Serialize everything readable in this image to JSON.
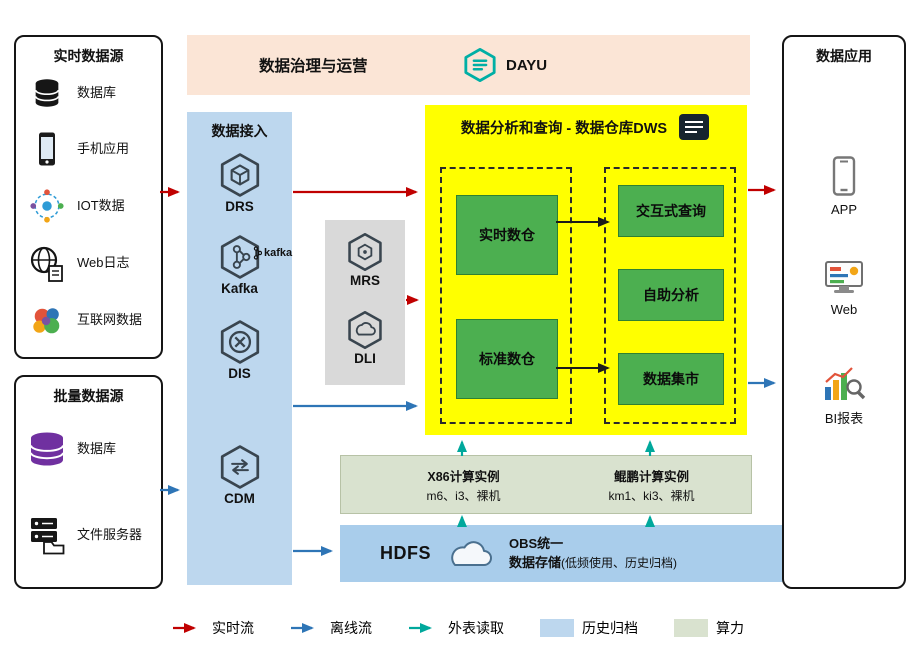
{
  "banner": {
    "title": "数据治理与运营",
    "logo": "DAYU"
  },
  "realtime_sources": {
    "title": "实时数据源",
    "items": [
      {
        "label": "数据库",
        "icon": "database-icon"
      },
      {
        "label": "手机应用",
        "icon": "mobile-app-icon"
      },
      {
        "label": "IOT数据",
        "icon": "iot-icon"
      },
      {
        "label": "Web日志",
        "icon": "web-log-icon"
      },
      {
        "label": "互联网数据",
        "icon": "internet-data-icon"
      }
    ]
  },
  "batch_sources": {
    "title": "批量数据源",
    "items": [
      {
        "label": "数据库",
        "icon": "database-purple-icon"
      },
      {
        "label": "文件服务器",
        "icon": "file-server-icon"
      }
    ]
  },
  "ingestion": {
    "title": "数据接入",
    "services": [
      {
        "label": "DRS"
      },
      {
        "label": "Kafka",
        "badge": "kafka"
      },
      {
        "label": "DIS"
      },
      {
        "label": "CDM"
      }
    ]
  },
  "processing": {
    "services": [
      {
        "label": "MRS"
      },
      {
        "label": "DLI"
      }
    ]
  },
  "dws": {
    "title": "数据分析和查询 - 数据仓库DWS",
    "warehouses": [
      {
        "label": "实时数仓"
      },
      {
        "label": "标准数仓"
      }
    ],
    "functions": [
      {
        "label": "交互式查询"
      },
      {
        "label": "自助分析"
      },
      {
        "label": "数据集市"
      }
    ]
  },
  "compute": {
    "x86": {
      "title": "X86计算实例",
      "spec": "m6、i3、裸机"
    },
    "kunpeng": {
      "title": "鲲鹏计算实例",
      "spec": "km1、ki3、裸机"
    }
  },
  "storage": {
    "hdfs": "HDFS",
    "obs_line1": "OBS统一",
    "obs_line2": "数据存储",
    "obs_note": "(低频使用、历史归档)"
  },
  "applications": {
    "title": "数据应用",
    "items": [
      {
        "label": "APP"
      },
      {
        "label": "Web"
      },
      {
        "label": "BI报表"
      }
    ]
  },
  "legend": {
    "realtime_flow": "实时流",
    "offline_flow": "离线流",
    "external_read": "外表读取",
    "history_archive": "历史归档",
    "compute_power": "算力"
  },
  "colors": {
    "realtime_flow": "#C00000",
    "offline_flow": "#2E75B6",
    "external_read": "#00A89C",
    "archive": "#BDD7EE",
    "compute": "#D9E2CF",
    "dws_bg": "#FFFF00",
    "green_module": "#4CAF50",
    "ingestion_bg": "#BDD7EE",
    "banner_bg": "#FBE5D6"
  }
}
